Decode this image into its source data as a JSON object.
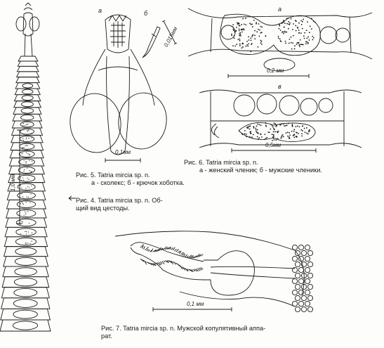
{
  "figure_labels": {
    "fig5_a": "а",
    "fig5_b": "б",
    "fig6_a": "а",
    "fig6_b": "в"
  },
  "scale_bars": {
    "fig4": "1,0 мм",
    "fig5_a": "0,1мм",
    "fig5_b": "0,015мм",
    "fig6_a": "0,2 мм",
    "fig6_b": "0,5мм",
    "fig7": "0,1 мм"
  },
  "captions": {
    "fig5_line1": "Рис. 5.  Tatria mircia sp. n.",
    "fig5_line2": "а - сколекс; б - крючок хоботка.",
    "fig4_line1": "Рис. 4.  Tatria mircia sp. n.   Об-",
    "fig4_line2": "щий вид цестоды.",
    "fig6_line1": "Рис. 6.  Tatria mircia sp. n.",
    "fig6_line2": "а - женский членик; б - мужские членики.",
    "fig7_line1": "Рис. 7.  Tatria mircia sp. n.   Мужской копулятивный аппа-",
    "fig7_line2": "рат."
  }
}
